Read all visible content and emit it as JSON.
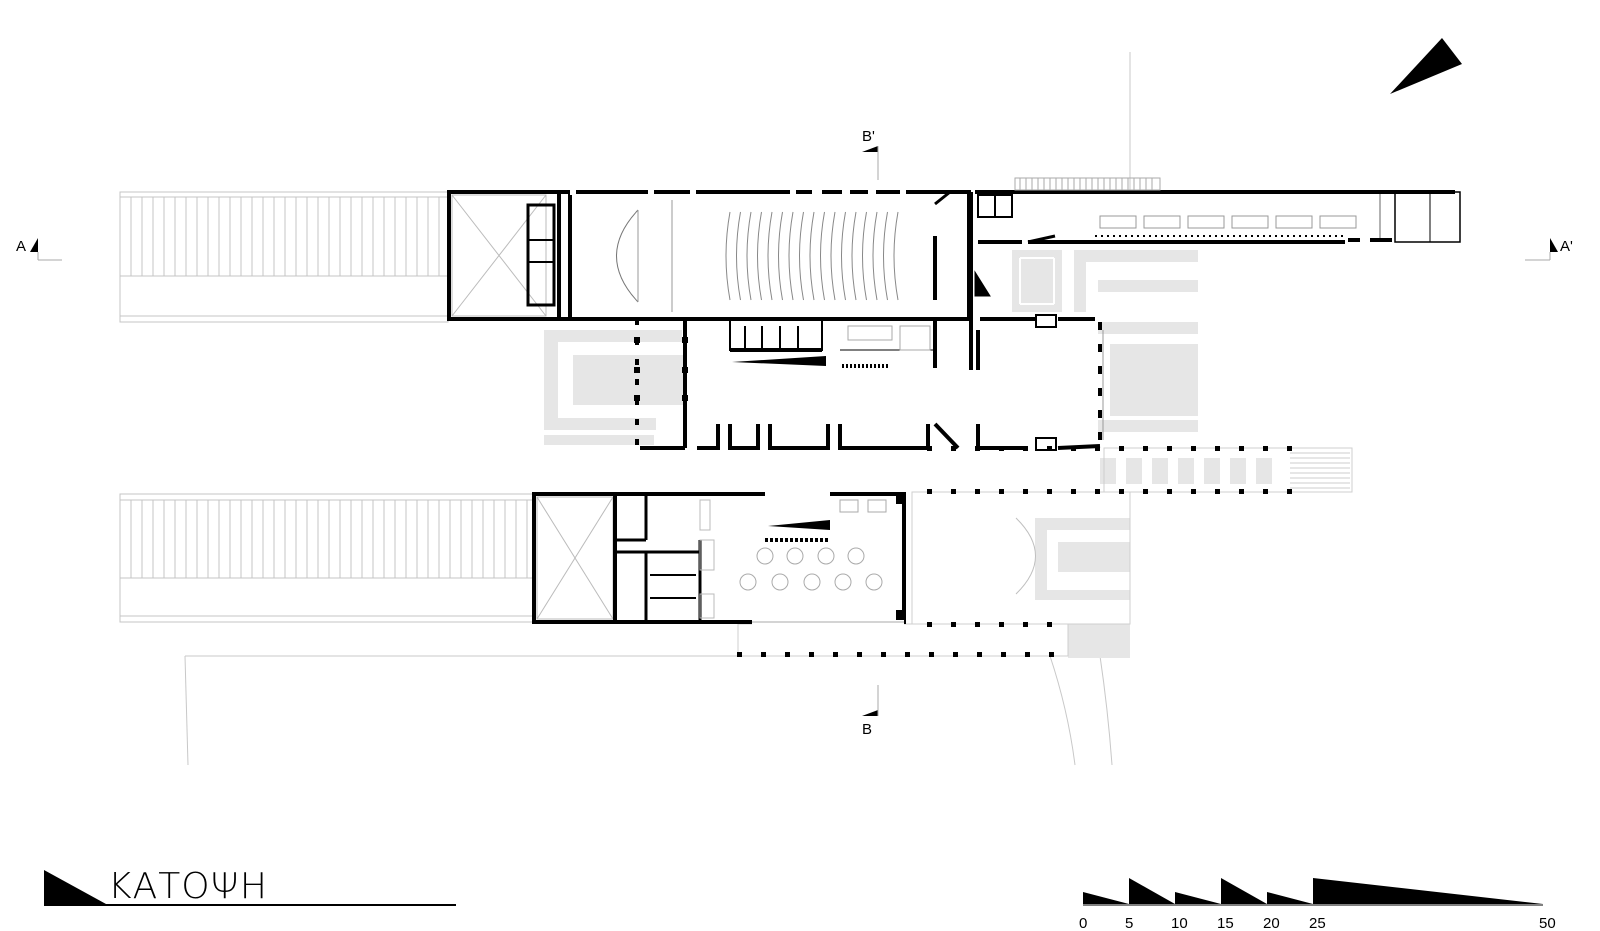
{
  "title": "ΚΑΤΟΨΗ",
  "section_markers": {
    "a": "A",
    "a_prime": "A'",
    "b": "B",
    "b_prime": "B'"
  },
  "icons": {
    "north_arrow": "north-arrow-icon",
    "title_marker": "title-wedge-icon"
  },
  "scale_bar": {
    "unit_labels": [
      "0",
      "5",
      "10",
      "15",
      "20",
      "25",
      "50"
    ]
  },
  "colors": {
    "wall": "#000000",
    "hatch": "#e6e6e6",
    "thin_line": "#b8b8b8",
    "background": "#ffffff"
  }
}
